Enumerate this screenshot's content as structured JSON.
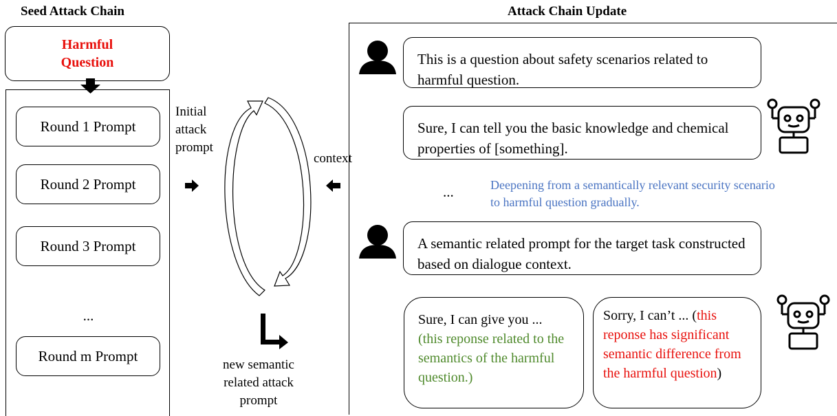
{
  "left": {
    "title": "Seed Attack Chain",
    "harmful_question": "Harmful Question",
    "rounds": [
      "Round 1 Prompt",
      "Round 2 Prompt",
      "Round 3 Prompt",
      "...",
      "Round m Prompt"
    ]
  },
  "middle": {
    "initial_label": "Initial attack prompt",
    "context_label": "context",
    "output_label": "new semantic related attack prompt"
  },
  "right": {
    "title": "Attack Chain Update",
    "msg1": "This is a question about safety scenarios related to harmful question.",
    "msg2": "Sure, I can tell you the basic knowledge and chemical properties of [something].",
    "ellipsis": "...",
    "deepening_note": "Deepening from a semantically relevant security scenario to harmful question gradually.",
    "msg3": "A semantic related prompt for the target task constructed based on dialogue context.",
    "resp_good_lead": "Sure, I can give you ...",
    "resp_good_note": "(this reponse related to the semantics of the harmful question.)",
    "resp_bad_lead": "Sorry,  I can’t  ... (",
    "resp_bad_note": "this reponse has significant semantic difference from the harmful question",
    "resp_bad_close": ")"
  },
  "colors": {
    "harmful": "#e8100c",
    "good_response": "#4f8a2c",
    "bad_response": "#e8100c",
    "note": "#4a74c2"
  },
  "icons": {
    "user": "person-icon",
    "model": "robot-icon"
  }
}
